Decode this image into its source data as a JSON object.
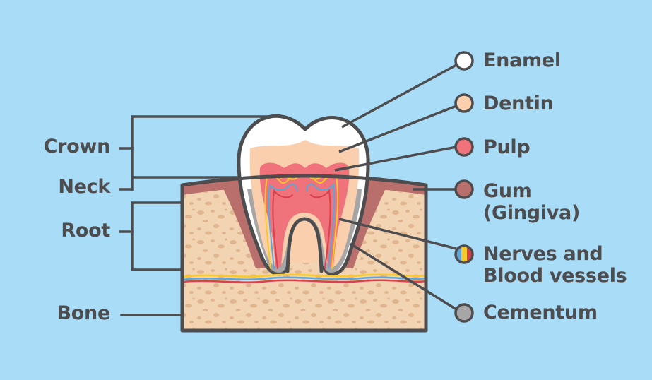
{
  "left_labels": {
    "crown": "Crown",
    "neck": "Neck",
    "root": "Root",
    "bone": "Bone"
  },
  "right_labels": {
    "enamel": "Enamel",
    "dentin": "Dentin",
    "pulp": "Pulp",
    "gum_line1": "Gum",
    "gum_line2": "(Gingiva)",
    "nerves_line1": "Nerves and",
    "nerves_line2": "Blood vessels",
    "cementum": "Cementum"
  },
  "colors": {
    "background": "#a9dcf7",
    "outline": "#4d4d4f",
    "enamel": "#ffffff",
    "dentin": "#f9cfae",
    "pulp": "#f0727a",
    "gum": "#b96f6b",
    "cementum": "#a6a6a6",
    "bone": "#f3d4b2",
    "bone_spots": "#dfb690",
    "nerve_yellow": "#f7c92a",
    "vessel_blue": "#5ca7d8",
    "vessel_red": "#d8414e"
  }
}
